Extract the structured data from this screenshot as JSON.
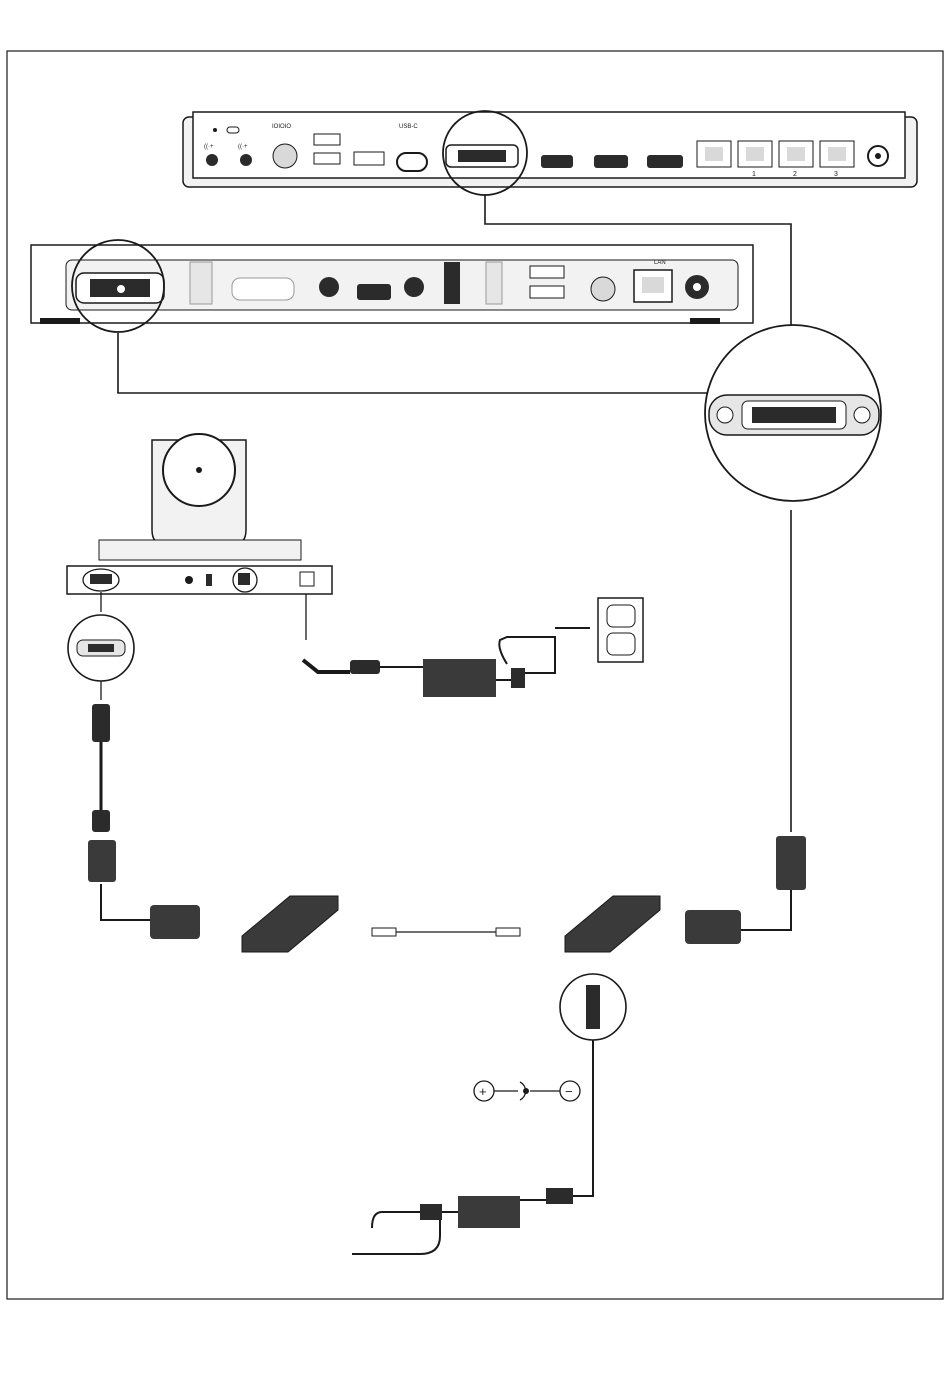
{
  "codec": {
    "port_labels": {
      "usb_c": "USB-C"
    },
    "lan_port_numbers": [
      "1",
      "2",
      "3"
    ]
  },
  "control_unit": {
    "lan_label": "LAN"
  },
  "polarity": {
    "plus": "+",
    "minus": "−"
  },
  "colors": {
    "line": "#1a1a1a",
    "device_fill": "#f2f2f2",
    "port_fill": "#d9d9d9",
    "dark": "#2b2b2b",
    "adapter_fill": "#3a3a3a"
  }
}
